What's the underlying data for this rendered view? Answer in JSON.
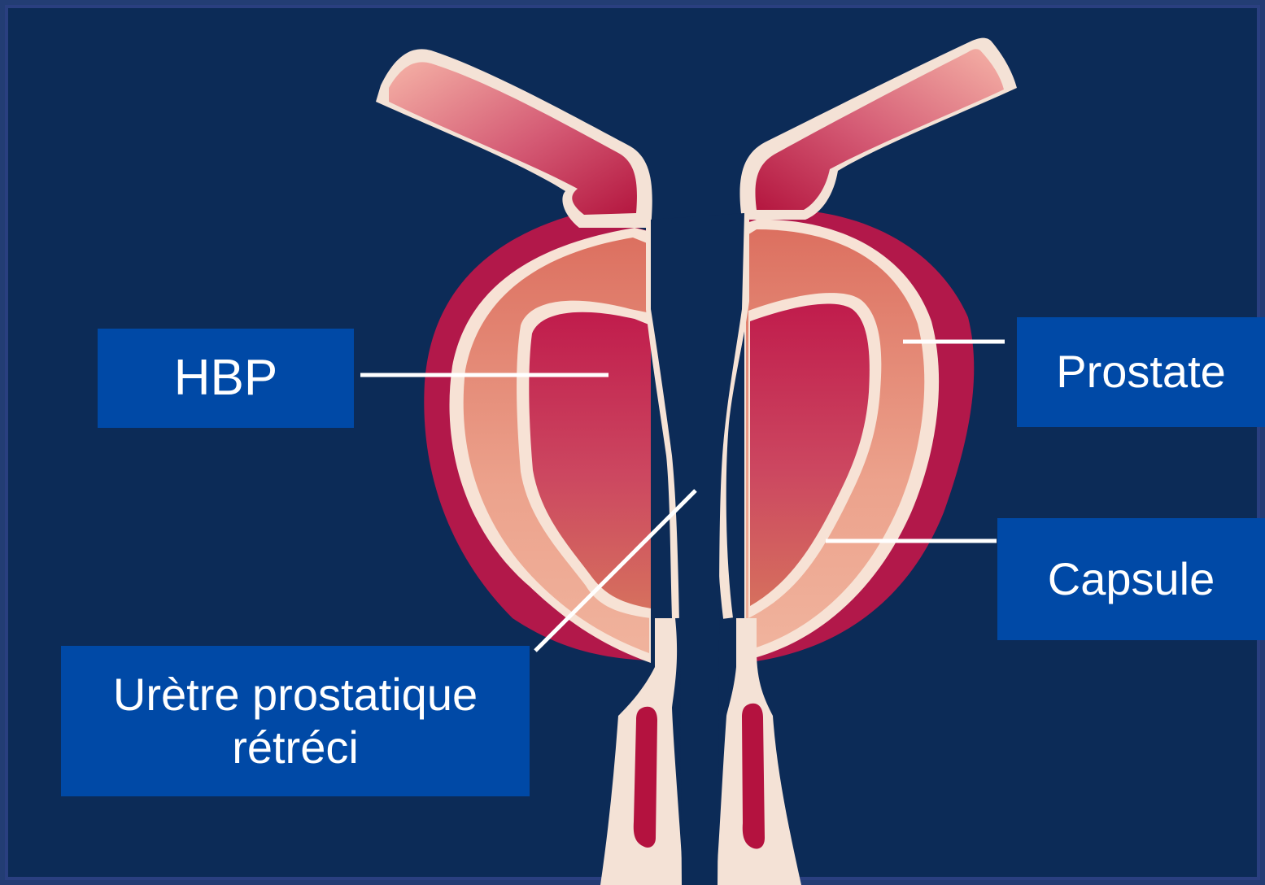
{
  "labels": {
    "hbp": "HBP",
    "prostate": "Prostate",
    "capsule": "Capsule",
    "uretre": "Urètre prostatique\nrétréci"
  },
  "colors": {
    "background": "#0c2b57",
    "label_box": "#0049a6",
    "bladder_wall": "#b01c4a",
    "prostate_tissue": "#e7927f",
    "hbp_tissue": "#c8335a",
    "capsule_line": "#f6e3d6",
    "urethra_wall": "#f3e1d6",
    "leader_line": "#ffffff"
  }
}
